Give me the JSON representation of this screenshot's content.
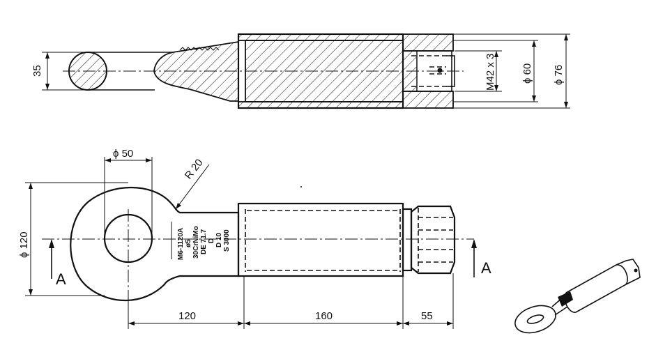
{
  "dimensions": {
    "bar_diameter": "35",
    "thread_spec": "M42 x 3",
    "bore_diameter": "ϕ 60",
    "outer_diameter": "ϕ 76",
    "hole_diameter": "ϕ 50",
    "radius": "R 20",
    "eye_diameter": "ϕ 120",
    "length_eye": "120",
    "length_body": "160",
    "length_end": "55"
  },
  "section_marks": {
    "left": "A",
    "right": "A"
  },
  "part_marking": [
    "M6-1120A",
    "ø5",
    "30CrNiMo",
    "DE 71.7",
    "D",
    "D 10",
    "S 3000"
  ]
}
